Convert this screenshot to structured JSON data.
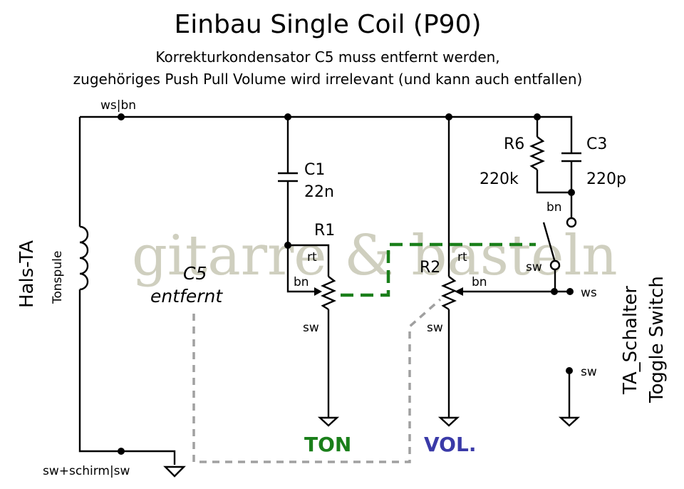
{
  "title": "Einbau Single Coil (P90)",
  "subtitle_line1": "Korrekturkondensator C5 muss entfernt werden,",
  "subtitle_line2": "zugehöriges Push Pull Volume wird irrelevant (und kann auch entfallen)",
  "watermark": "gitarre & basteln",
  "pickup": {
    "name": "Hals-TA",
    "coil_label": "Tonspule",
    "hot_label": "ws|bn",
    "ground_label": "sw+schirm|sw"
  },
  "c1": {
    "name": "C1",
    "value": "22n"
  },
  "r1": {
    "name": "R1",
    "pin_rt": "rt",
    "pin_bn": "bn",
    "pin_sw": "sw"
  },
  "r2": {
    "name": "R2",
    "pin_rt": "rt",
    "pin_bn": "bn",
    "pin_sw": "sw"
  },
  "r6": {
    "name": "R6",
    "value": "220k"
  },
  "c3": {
    "name": "C3",
    "value": "220p"
  },
  "c5": {
    "line1": "C5",
    "line2": "entfernt"
  },
  "switch": {
    "pin_bn": "bn",
    "pin_sw_top": "sw",
    "pin_ws": "ws",
    "pin_sw_bottom": "sw",
    "name_line1": "TA_Schalter",
    "name_line2": "Toggle Switch"
  },
  "ton_label": "TON",
  "vol_label": "VOL.",
  "colors": {
    "ton": "#1a7f1a",
    "vol": "#3a3aa8",
    "green_wire": "#1a7f1a",
    "gray_wire": "#a0a0a0"
  }
}
